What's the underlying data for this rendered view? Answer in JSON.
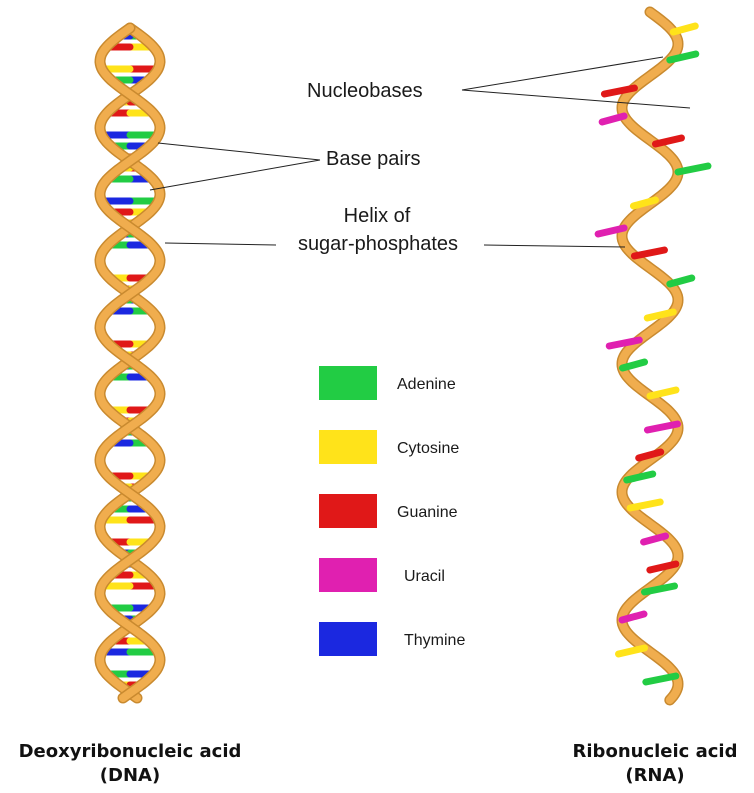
{
  "colors": {
    "backbone": "#f0ad4e",
    "backbone_dark": "#c98a2f",
    "adenine": "#22cc44",
    "cytosine": "#ffe31a",
    "guanine": "#e01818",
    "uracil": "#e020b0",
    "thymine": "#1b28e0"
  },
  "labels": {
    "nucleobases": "Nucleobases",
    "base_pairs": "Base pairs",
    "helix_line1": "Helix of",
    "helix_line2": "sugar-phosphates"
  },
  "legend": [
    {
      "key": "adenine",
      "name": "Adenine",
      "color": "#22cc44"
    },
    {
      "key": "cytosine",
      "name": "Cytosine",
      "color": "#ffe31a"
    },
    {
      "key": "guanine",
      "name": "Guanine",
      "color": "#e01818"
    },
    {
      "key": "uracil",
      "name": "Uracil",
      "color": "#e020b0"
    },
    {
      "key": "thymine",
      "name": "Thymine",
      "color": "#1b28e0"
    }
  ],
  "dna": {
    "caption_line1": "Deoxyribonucleic acid",
    "caption_line2": "(DNA)"
  },
  "rna": {
    "caption_line1": "Ribonucleic acid",
    "caption_line2": "(RNA)"
  }
}
